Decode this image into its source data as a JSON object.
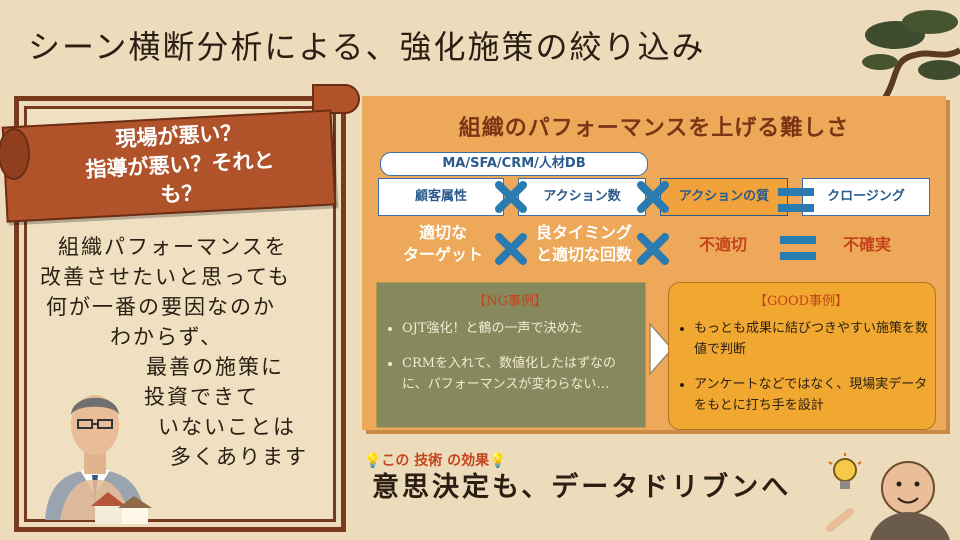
{
  "title": "シーン横断分析による、強化施策の絞り込み",
  "banner": {
    "line1": "現場が悪い？",
    "line2": "指導が悪い？それと",
    "line3": "も？"
  },
  "left_text": [
    "組織パフォーマンスを",
    "改善させたいと思っても",
    "何が一番の要因なのか",
    "わからず、",
    "最善の施策に",
    "投資できて",
    "いないことは",
    "多くあります"
  ],
  "panel": {
    "title": "組織のパフォーマンスを上げる難しさ",
    "pill": "MA/SFA/CRM/人材DB",
    "boxes": [
      "顧客属性",
      "アクション数",
      "アクションの質",
      "クロージング"
    ],
    "row2": {
      "c1_line1": "適切な",
      "c1_line2": "ターゲット",
      "c2_line1": "良タイミング",
      "c2_line2": "と適切な回数",
      "c3": "不適切",
      "c4": "不確実"
    },
    "ng": {
      "heading": "【NG事例】",
      "items": [
        "OJT強化！と鶴の一声で決めた",
        "CRMを入れて、数値化したはずなのに、パフォーマンスが変わらない…"
      ]
    },
    "good": {
      "heading": "【GOOD事例】",
      "items": [
        "もっとも成果に結びつきやすい施策を数値で判断",
        "アンケートなどではなく、現場実データをもとに打ち手を設計"
      ]
    }
  },
  "effect": {
    "label": "💡この 技術 の効果💡",
    "text": "意思決定も、データドリブンへ"
  },
  "colors": {
    "background": "#ecdcbb",
    "banner": "#b1532a",
    "panel": "#eea85a",
    "accent_blue": "#2a7bb0",
    "ng_box": "#86885e",
    "good_box": "#f0a830"
  }
}
